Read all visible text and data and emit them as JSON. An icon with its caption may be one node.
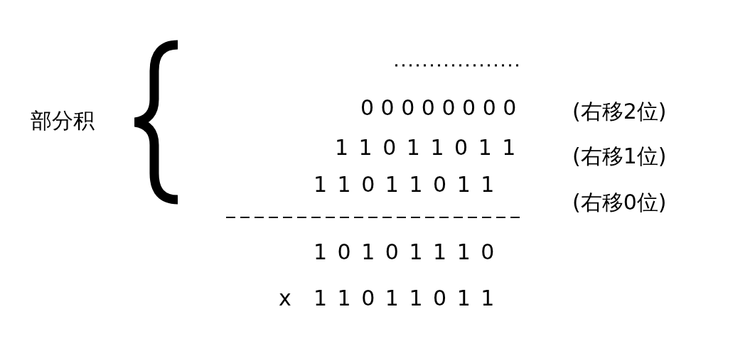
{
  "diagram": {
    "labels": [
      "部分积",
      "0 0 0 0 0 0 0 0",
      "(右移2位)",
      "1 1 0 1 1 0 1 1",
      "(右移1位)",
      "1 1 0 1 1 0 1 1",
      "(右移0位)",
      "1 0 1 0 1 1 1 0",
      "x",
      "1 1 0 1 1 0 1 1"
    ]
  }
}
